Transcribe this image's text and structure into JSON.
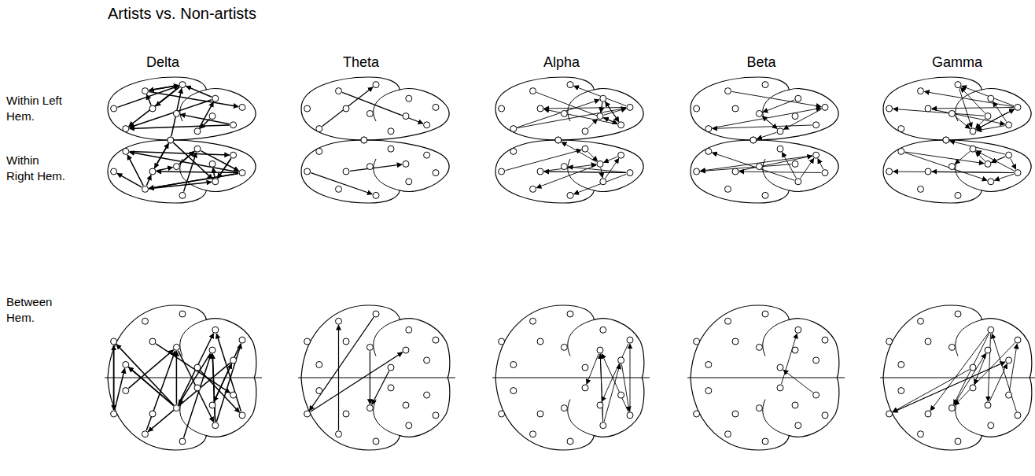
{
  "diagram": {
    "title": "Artists vs. Non-artists",
    "labels": [
      "Delta",
      "Theta",
      "Alpha",
      "Beta",
      "Gamma",
      "Within Left Hem.",
      "Within Right Hem.",
      "Between Hem."
    ]
  }
}
